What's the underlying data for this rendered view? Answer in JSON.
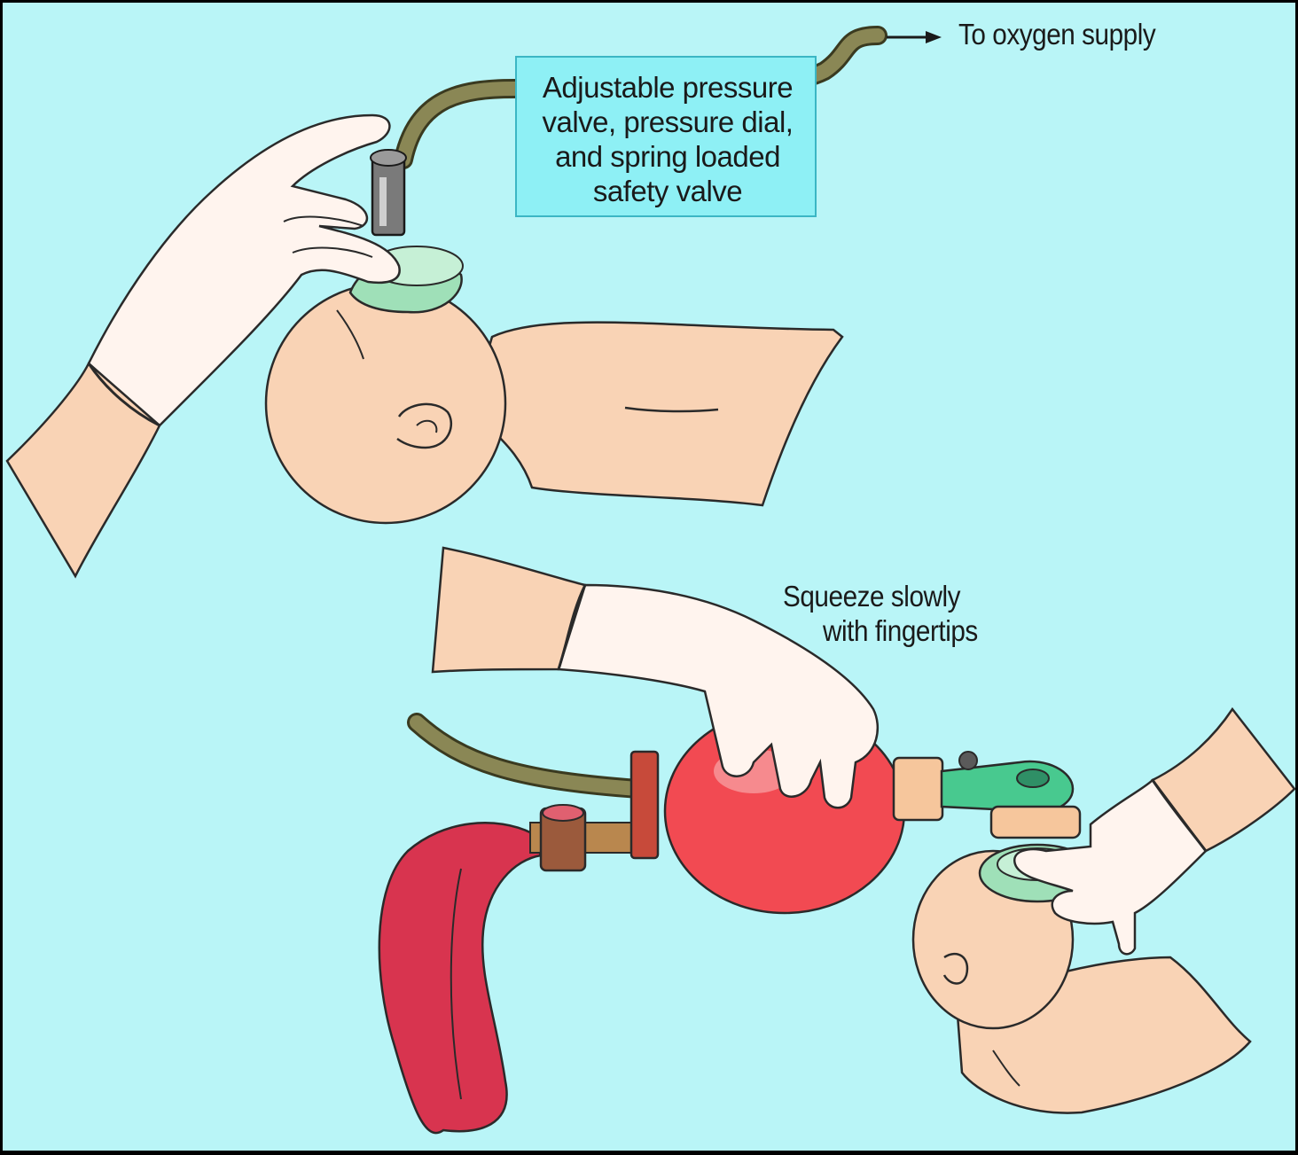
{
  "labels": {
    "oxygen_supply": "To oxygen supply",
    "valve_line1": "Adjustable pressure",
    "valve_line2": "valve, pressure dial,",
    "valve_line3": "and spring loaded",
    "valve_line4": "safety valve",
    "squeeze_line1": "Squeeze slowly",
    "squeeze_line2": "with fingertips"
  },
  "colors": {
    "background": "#b9f5f7",
    "label_box": "#8ef0f5",
    "skin": "#f9d3b5",
    "glove": "#fff4ee",
    "mask": "#9fe0b8",
    "bag": "#f24a52",
    "reservoir": "#d8344f",
    "tubing": "#6b6a3d"
  }
}
